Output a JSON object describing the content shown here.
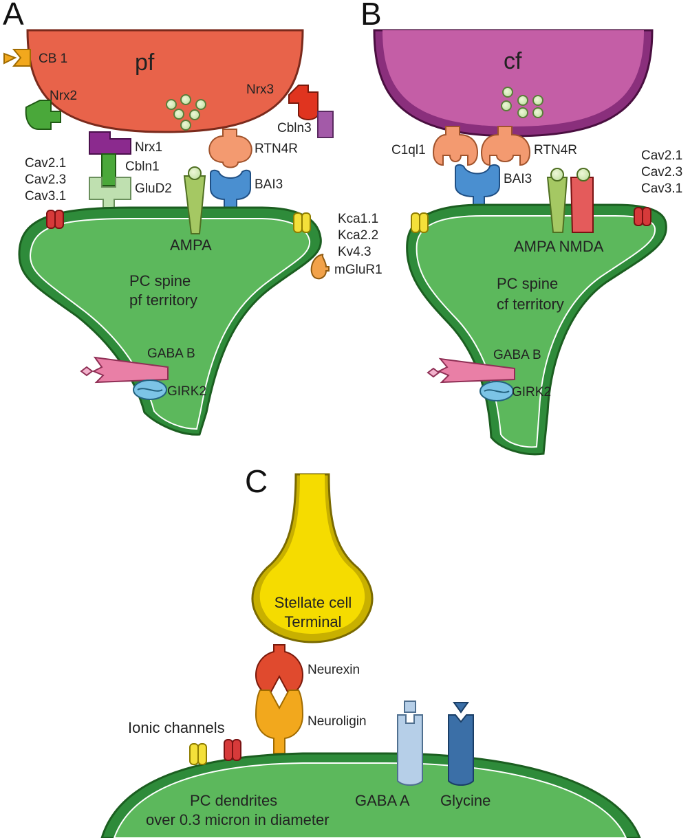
{
  "panels": {
    "a": {
      "letter": "A",
      "terminal": "pf",
      "spine_line1": "PC spine",
      "spine_line2": "pf territory",
      "cb1": "CB 1",
      "nrx2": "Nrx2",
      "nrx3": "Nrx3",
      "cbln3": "Cbln3",
      "nrx1": "Nrx1",
      "cbln1": "Cbln1",
      "glud2": "GluD2",
      "rtn4r": "RTN4R",
      "bai3": "BAI3",
      "cav_lines": [
        "Cav2.1",
        "Cav2.3",
        "Cav3.1"
      ],
      "ampa": "AMPA",
      "gaba_b": "GABA B",
      "girk2": "GIRK2"
    },
    "b": {
      "letter": "B",
      "terminal": "cf",
      "spine_line1": "PC spine",
      "spine_line2": "cf territory",
      "c1ql1": "C1ql1",
      "rtn4r": "RTN4R",
      "bai3": "BAI3",
      "cav_lines": [
        "Cav2.1",
        "Cav2.3",
        "Cav3.1"
      ],
      "ampa_nmda": "AMPA NMDA",
      "gaba_b": "GABA B",
      "girk2": "GIRK2"
    },
    "shared": {
      "k_lines": [
        "Kca1.1",
        "Kca2.2",
        "Kv4.3"
      ],
      "mglur1": "mGluR1"
    },
    "c": {
      "letter": "C",
      "terminal_line1": "Stellate cell",
      "terminal_line2": "Terminal",
      "neurexin": "Neurexin",
      "neuroligin": "Neuroligin",
      "ionic_channels": "Ionic channels",
      "gaba_a": "GABA A",
      "glycine": "Glycine",
      "dendrite_line1": "PC dendrites",
      "dendrite_line2": "over 0.3 micron in diameter"
    }
  },
  "colors": {
    "pf_terminal": "#e8634a",
    "cf_terminal": "#c45ea6",
    "spine_fill": "#5cb85c",
    "spine_edge": "#2e7d32",
    "stellate": "#f5dc00",
    "ampa": "#a5c863",
    "nmda": "#e45b5b",
    "rtn4r": "#f39a70",
    "bai3": "#4a8fd0",
    "gaba_b": "#e97fa6",
    "girk2": "#7cc4e6",
    "neurexin": "#e04a2e",
    "neuroligin": "#f2a81d",
    "gaba_a": "#b6cfe8",
    "glycine": "#3b6fa7"
  }
}
